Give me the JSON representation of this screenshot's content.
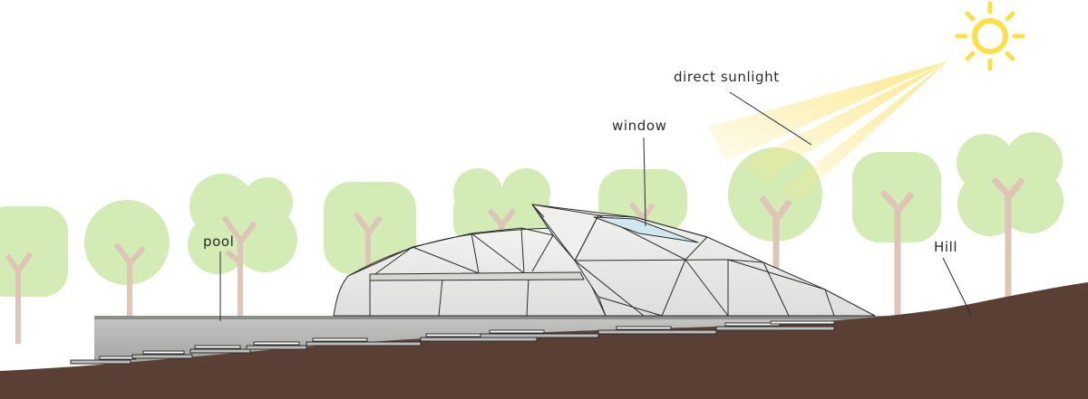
{
  "labels": {
    "sunlight": "direct sunlight",
    "window": "window",
    "pool": "pool",
    "hill": "Hill"
  },
  "icons": {
    "sun": "sun-icon",
    "tree": "tree-icon"
  },
  "colors": {
    "background": "#ffffff",
    "tree_canopy": "#d3ebb4",
    "tree_trunk": "#dec5b6",
    "ground": "#5a4034",
    "dome": "#e8e8e6",
    "dome_lines": "#2c2c2c",
    "window_glass": "#cfe8f0",
    "pool_wall": "#b5b5b3",
    "sun": "#fbe04a",
    "sunbeam": "#fbe88a",
    "text": "#2a2a2a"
  }
}
